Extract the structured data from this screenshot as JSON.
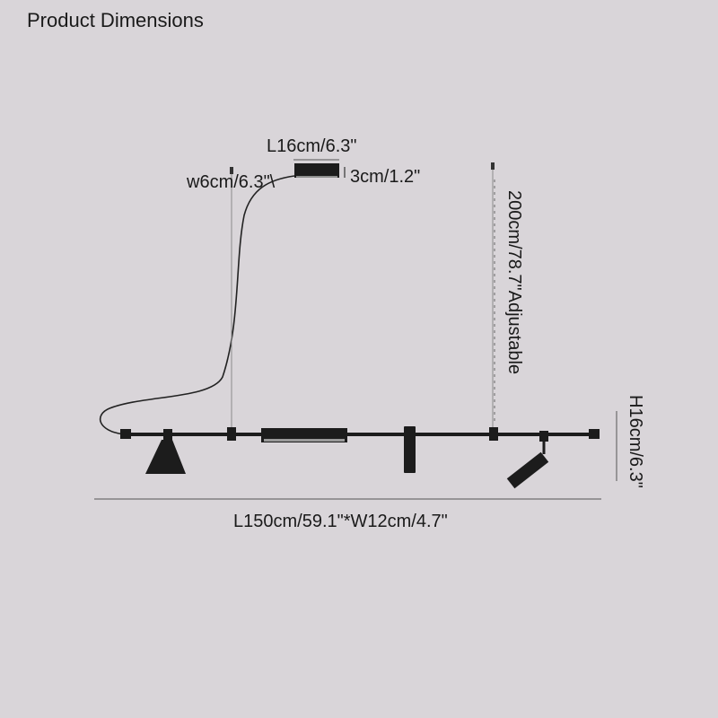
{
  "title": "Product Dimensions",
  "dimensions": {
    "canopy_length": "L16cm/6.3\"",
    "canopy_width": "w6cm/6.3\"\\",
    "canopy_height": "3cm/1.2\"",
    "drop_length": "200cm/78.7\"Adjustable",
    "fixture_height": "H16cm/6.3\"",
    "overall_size": "L150cm/59.1\"*W12cm/4.7\""
  },
  "colors": {
    "background": "#d9d5d9",
    "fixture": "#1c1c1c",
    "dimension_line": "#555555"
  }
}
